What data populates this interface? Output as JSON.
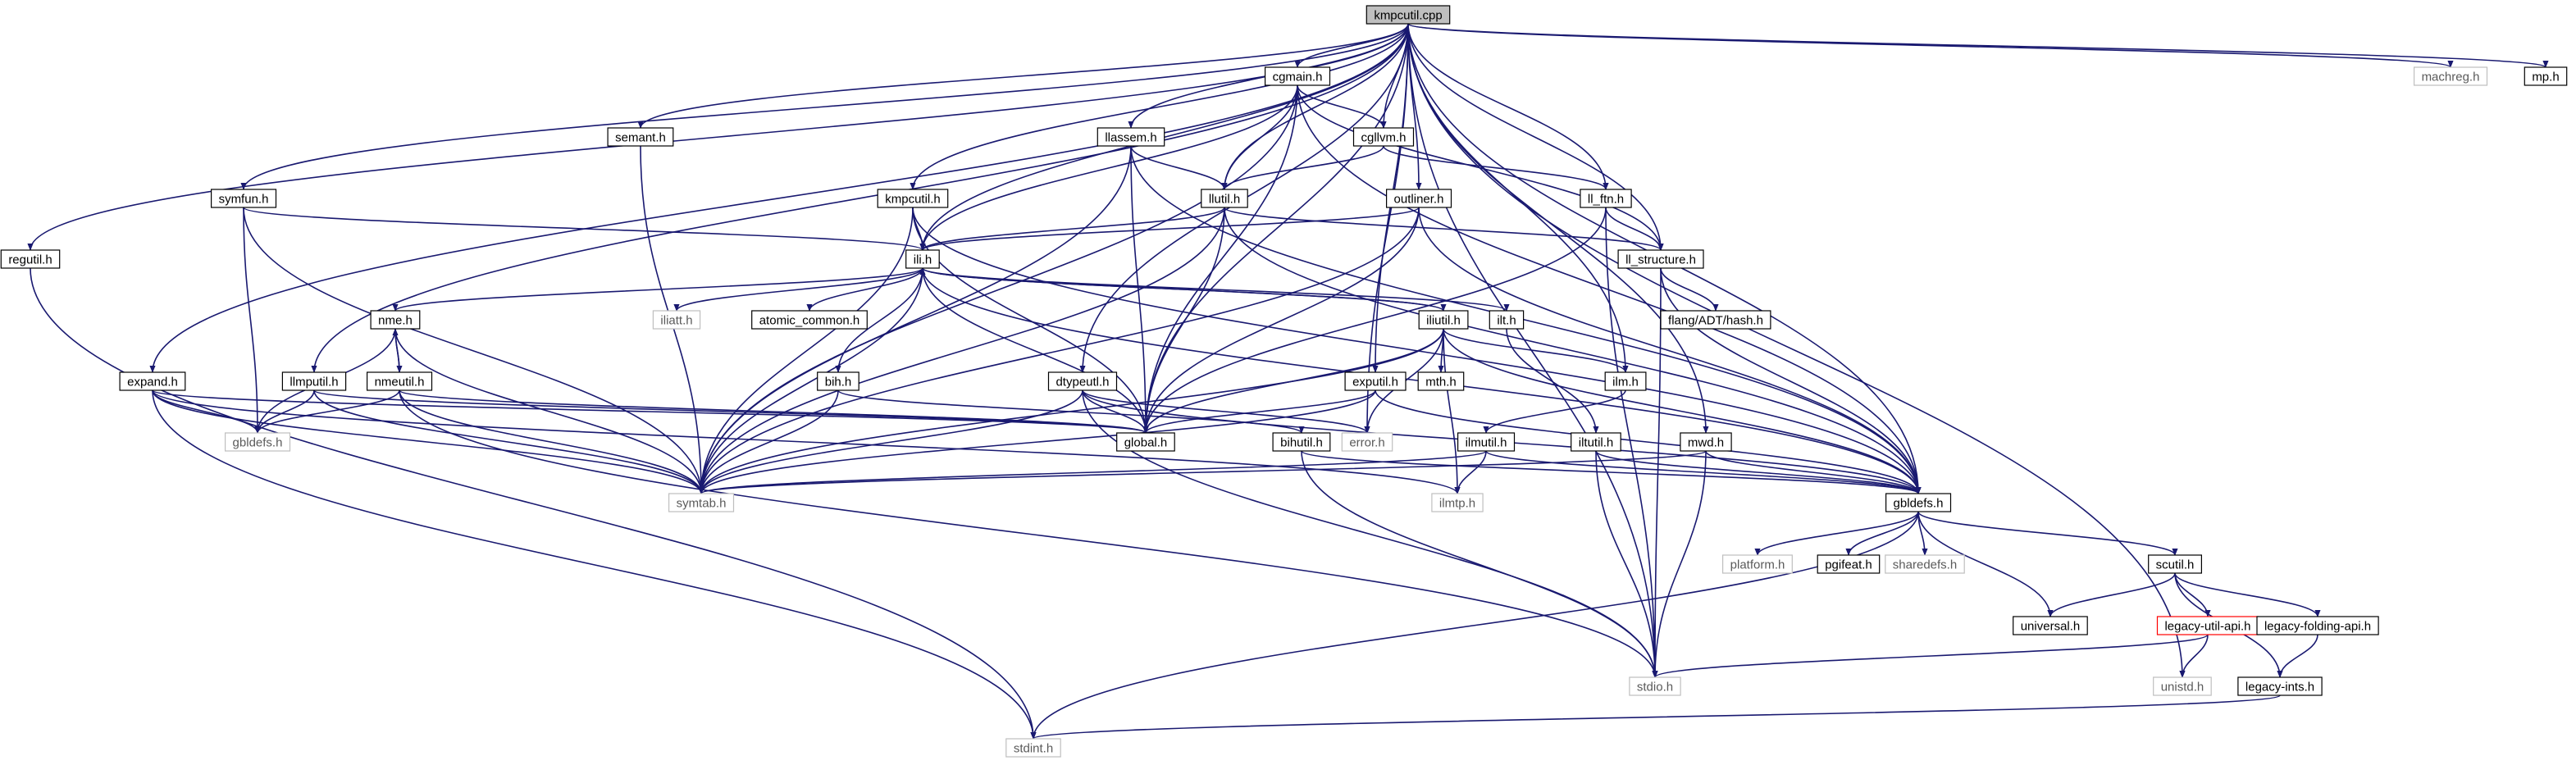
{
  "title": "",
  "colors": {
    "edge": "#191970",
    "node_border": "#000000",
    "node_border_missing": "#bfbfbf",
    "node_border_truncated": "#ff0000",
    "root_fill": "#bfbfbf",
    "node_fill": "#ffffff",
    "text": "#000000",
    "text_missing": "#5a5a5a"
  },
  "nodes": [
    {
      "id": "kmpcutil_cpp",
      "label": "kmpcutil.cpp",
      "kind": "root"
    },
    {
      "id": "cgmain_h",
      "label": "cgmain.h",
      "kind": "file"
    },
    {
      "id": "machreg_h",
      "label": "machreg.h",
      "kind": "missing"
    },
    {
      "id": "mp_h",
      "label": "mp.h",
      "kind": "file"
    },
    {
      "id": "semant_h",
      "label": "semant.h",
      "kind": "file"
    },
    {
      "id": "llassem_h",
      "label": "llassem.h",
      "kind": "file"
    },
    {
      "id": "cgllvm_h",
      "label": "cgllvm.h",
      "kind": "file"
    },
    {
      "id": "symfun_h",
      "label": "symfun.h",
      "kind": "file"
    },
    {
      "id": "kmpcutil_h",
      "label": "kmpcutil.h",
      "kind": "file"
    },
    {
      "id": "llutil_h",
      "label": "llutil.h",
      "kind": "file"
    },
    {
      "id": "outliner_h",
      "label": "outliner.h",
      "kind": "file"
    },
    {
      "id": "ll_ftn_h",
      "label": "ll_ftn.h",
      "kind": "file"
    },
    {
      "id": "regutil_h",
      "label": "regutil.h",
      "kind": "file"
    },
    {
      "id": "ili_h",
      "label": "ili.h",
      "kind": "file"
    },
    {
      "id": "ll_structure_h",
      "label": "ll_structure.h",
      "kind": "file"
    },
    {
      "id": "nme_h",
      "label": "nme.h",
      "kind": "file"
    },
    {
      "id": "iliatt_h",
      "label": "iliatt.h",
      "kind": "missing"
    },
    {
      "id": "atomic_common_h",
      "label": "atomic_common.h",
      "kind": "file"
    },
    {
      "id": "ilt_h",
      "label": "ilt.h",
      "kind": "file"
    },
    {
      "id": "iliutil_h",
      "label": "iliutil.h",
      "kind": "file"
    },
    {
      "id": "hash_h",
      "label": "flang/ADT/hash.h",
      "kind": "file"
    },
    {
      "id": "expand_h",
      "label": "expand.h",
      "kind": "file"
    },
    {
      "id": "llmputil_h",
      "label": "llmputil.h",
      "kind": "file"
    },
    {
      "id": "nmeutil_h",
      "label": "nmeutil.h",
      "kind": "file"
    },
    {
      "id": "bih_h",
      "label": "bih.h",
      "kind": "file"
    },
    {
      "id": "dtypeutl_h",
      "label": "dtypeutl.h",
      "kind": "file"
    },
    {
      "id": "mth_h",
      "label": "mth.h",
      "kind": "file"
    },
    {
      "id": "exputil_h",
      "label": "exputil.h",
      "kind": "file"
    },
    {
      "id": "ilm_h",
      "label": "ilm.h",
      "kind": "file"
    },
    {
      "id": "gbldefs_small",
      "label": "gbldefs.h",
      "kind": "missing"
    },
    {
      "id": "global_h",
      "label": "global.h",
      "kind": "file"
    },
    {
      "id": "bihutil_h",
      "label": "bihutil.h",
      "kind": "file"
    },
    {
      "id": "error_h",
      "label": "error.h",
      "kind": "missing"
    },
    {
      "id": "ilmutil_h",
      "label": "ilmutil.h",
      "kind": "file"
    },
    {
      "id": "iltutil_h",
      "label": "iltutil.h",
      "kind": "file"
    },
    {
      "id": "mwd_h",
      "label": "mwd.h",
      "kind": "file"
    },
    {
      "id": "symtab_h",
      "label": "symtab.h",
      "kind": "missing"
    },
    {
      "id": "ilmtp_h",
      "label": "ilmtp.h",
      "kind": "missing"
    },
    {
      "id": "gbldefs_h",
      "label": "gbldefs.h",
      "kind": "file"
    },
    {
      "id": "platform_h",
      "label": "platform.h",
      "kind": "missing"
    },
    {
      "id": "pgifeat_h",
      "label": "pgifeat.h",
      "kind": "file"
    },
    {
      "id": "sharedefs_h",
      "label": "sharedefs.h",
      "kind": "missing"
    },
    {
      "id": "scutil_h",
      "label": "scutil.h",
      "kind": "file"
    },
    {
      "id": "universal_h",
      "label": "universal.h",
      "kind": "file"
    },
    {
      "id": "legacy_util_api_h",
      "label": "legacy-util-api.h",
      "kind": "truncated"
    },
    {
      "id": "legacy_folding_api_h",
      "label": "legacy-folding-api.h",
      "kind": "file"
    },
    {
      "id": "stdio_h",
      "label": "stdio.h",
      "kind": "missing"
    },
    {
      "id": "unistd_h",
      "label": "unistd.h",
      "kind": "missing"
    },
    {
      "id": "legacy_ints_h",
      "label": "legacy-ints.h",
      "kind": "file"
    },
    {
      "id": "stdint_h",
      "label": "stdint.h",
      "kind": "missing"
    }
  ],
  "edges": [
    [
      "kmpcutil_cpp",
      "cgmain_h"
    ],
    [
      "kmpcutil_cpp",
      "machreg_h"
    ],
    [
      "kmpcutil_cpp",
      "mp_h"
    ],
    [
      "kmpcutil_cpp",
      "semant_h"
    ],
    [
      "kmpcutil_cpp",
      "llassem_h"
    ],
    [
      "kmpcutil_cpp",
      "cgllvm_h"
    ],
    [
      "kmpcutil_cpp",
      "symfun_h"
    ],
    [
      "kmpcutil_cpp",
      "kmpcutil_h"
    ],
    [
      "kmpcutil_cpp",
      "llutil_h"
    ],
    [
      "kmpcutil_cpp",
      "outliner_h"
    ],
    [
      "kmpcutil_cpp",
      "ll_ftn_h"
    ],
    [
      "kmpcutil_cpp",
      "regutil_h"
    ],
    [
      "kmpcutil_cpp",
      "ili_h"
    ],
    [
      "kmpcutil_cpp",
      "ll_structure_h"
    ],
    [
      "kmpcutil_cpp",
      "expand_h"
    ],
    [
      "kmpcutil_cpp",
      "llmputil_h"
    ],
    [
      "kmpcutil_cpp",
      "dtypeutl_h"
    ],
    [
      "kmpcutil_cpp",
      "exputil_h"
    ],
    [
      "kmpcutil_cpp",
      "ilm_h"
    ],
    [
      "kmpcutil_cpp",
      "error_h"
    ],
    [
      "kmpcutil_cpp",
      "mwd_h"
    ],
    [
      "kmpcutil_cpp",
      "gbldefs_h"
    ],
    [
      "kmpcutil_cpp",
      "global_h"
    ],
    [
      "kmpcutil_cpp",
      "stdio_h"
    ],
    [
      "kmpcutil_cpp",
      "unistd_h"
    ],
    [
      "cgmain_h",
      "cgllvm_h"
    ],
    [
      "cgmain_h",
      "llutil_h"
    ],
    [
      "cgmain_h",
      "ili_h"
    ],
    [
      "cgmain_h",
      "ll_structure_h"
    ],
    [
      "cgmain_h",
      "global_h"
    ],
    [
      "cgmain_h",
      "symtab_h"
    ],
    [
      "cgmain_h",
      "gbldefs_h"
    ],
    [
      "semant_h",
      "symtab_h"
    ],
    [
      "llassem_h",
      "llutil_h"
    ],
    [
      "llassem_h",
      "global_h"
    ],
    [
      "llassem_h",
      "symtab_h"
    ],
    [
      "llassem_h",
      "gbldefs_h"
    ],
    [
      "cgllvm_h",
      "llutil_h"
    ],
    [
      "cgllvm_h",
      "ll_ftn_h"
    ],
    [
      "symfun_h",
      "ili_h"
    ],
    [
      "symfun_h",
      "gbldefs_small"
    ],
    [
      "symfun_h",
      "symtab_h"
    ],
    [
      "kmpcutil_h",
      "ili_h"
    ],
    [
      "kmpcutil_h",
      "global_h"
    ],
    [
      "kmpcutil_h",
      "symtab_h"
    ],
    [
      "kmpcutil_h",
      "gbldefs_h"
    ],
    [
      "llutil_h",
      "ili_h"
    ],
    [
      "llutil_h",
      "ll_structure_h"
    ],
    [
      "llutil_h",
      "global_h"
    ],
    [
      "llutil_h",
      "symtab_h"
    ],
    [
      "llutil_h",
      "gbldefs_h"
    ],
    [
      "outliner_h",
      "ili_h"
    ],
    [
      "outliner_h",
      "global_h"
    ],
    [
      "outliner_h",
      "symtab_h"
    ],
    [
      "outliner_h",
      "gbldefs_h"
    ],
    [
      "ll_ftn_h",
      "ll_structure_h"
    ],
    [
      "ll_ftn_h",
      "global_h"
    ],
    [
      "ll_ftn_h",
      "stdio_h"
    ],
    [
      "regutil_h",
      "stdint_h"
    ],
    [
      "ili_h",
      "nme_h"
    ],
    [
      "ili_h",
      "iliatt_h"
    ],
    [
      "ili_h",
      "atomic_common_h"
    ],
    [
      "ili_h",
      "ilt_h"
    ],
    [
      "ili_h",
      "iliutil_h"
    ],
    [
      "ili_h",
      "bih_h"
    ],
    [
      "ili_h",
      "global_h"
    ],
    [
      "ili_h",
      "symtab_h"
    ],
    [
      "ili_h",
      "gbldefs_h"
    ],
    [
      "ll_structure_h",
      "hash_h"
    ],
    [
      "ll_structure_h",
      "gbldefs_h"
    ],
    [
      "ll_structure_h",
      "stdio_h"
    ],
    [
      "nme_h",
      "nmeutil_h"
    ],
    [
      "nme_h",
      "gbldefs_small"
    ],
    [
      "nme_h",
      "symtab_h"
    ],
    [
      "ilt_h",
      "iltutil_h"
    ],
    [
      "iliutil_h",
      "ili_h"
    ],
    [
      "iliutil_h",
      "mth_h"
    ],
    [
      "iliutil_h",
      "ilm_h"
    ],
    [
      "iliutil_h",
      "global_h"
    ],
    [
      "iliutil_h",
      "error_h"
    ],
    [
      "iliutil_h",
      "symtab_h"
    ],
    [
      "iliutil_h",
      "ilmtp_h"
    ],
    [
      "iliutil_h",
      "gbldefs_h"
    ],
    [
      "expand_h",
      "gbldefs_small"
    ],
    [
      "expand_h",
      "global_h"
    ],
    [
      "expand_h",
      "symtab_h"
    ],
    [
      "expand_h",
      "ilmtp_h"
    ],
    [
      "expand_h",
      "stdint_h"
    ],
    [
      "llmputil_h",
      "gbldefs_small"
    ],
    [
      "llmputil_h",
      "global_h"
    ],
    [
      "llmputil_h",
      "symtab_h"
    ],
    [
      "nmeutil_h",
      "nme_h"
    ],
    [
      "nmeutil_h",
      "gbldefs_small"
    ],
    [
      "nmeutil_h",
      "global_h"
    ],
    [
      "nmeutil_h",
      "symtab_h"
    ],
    [
      "nmeutil_h",
      "stdio_h"
    ],
    [
      "bih_h",
      "symtab_h"
    ],
    [
      "bih_h",
      "bihutil_h"
    ],
    [
      "dtypeutl_h",
      "global_h"
    ],
    [
      "dtypeutl_h",
      "error_h"
    ],
    [
      "dtypeutl_h",
      "symtab_h"
    ],
    [
      "dtypeutl_h",
      "gbldefs_h"
    ],
    [
      "dtypeutl_h",
      "stdio_h"
    ],
    [
      "exputil_h",
      "global_h"
    ],
    [
      "exputil_h",
      "symtab_h"
    ],
    [
      "exputil_h",
      "gbldefs_h"
    ],
    [
      "ilm_h",
      "ilmutil_h"
    ],
    [
      "bihutil_h",
      "gbldefs_h"
    ],
    [
      "bihutil_h",
      "stdio_h"
    ],
    [
      "ilmutil_h",
      "ilmtp_h"
    ],
    [
      "ilmutil_h",
      "symtab_h"
    ],
    [
      "ilmutil_h",
      "gbldefs_h"
    ],
    [
      "iltutil_h",
      "gbldefs_h"
    ],
    [
      "iltutil_h",
      "stdio_h"
    ],
    [
      "mwd_h",
      "gbldefs_h"
    ],
    [
      "mwd_h",
      "symtab_h"
    ],
    [
      "mwd_h",
      "stdio_h"
    ],
    [
      "gbldefs_h",
      "platform_h"
    ],
    [
      "gbldefs_h",
      "pgifeat_h"
    ],
    [
      "gbldefs_h",
      "sharedefs_h"
    ],
    [
      "gbldefs_h",
      "scutil_h"
    ],
    [
      "gbldefs_h",
      "universal_h"
    ],
    [
      "gbldefs_h",
      "stdint_h"
    ],
    [
      "scutil_h",
      "universal_h"
    ],
    [
      "scutil_h",
      "legacy_util_api_h"
    ],
    [
      "scutil_h",
      "legacy_folding_api_h"
    ],
    [
      "scutil_h",
      "legacy_ints_h"
    ],
    [
      "legacy_util_api_h",
      "stdio_h"
    ],
    [
      "legacy_util_api_h",
      "unistd_h"
    ],
    [
      "legacy_folding_api_h",
      "legacy_ints_h"
    ],
    [
      "legacy_ints_h",
      "stdint_h"
    ]
  ]
}
